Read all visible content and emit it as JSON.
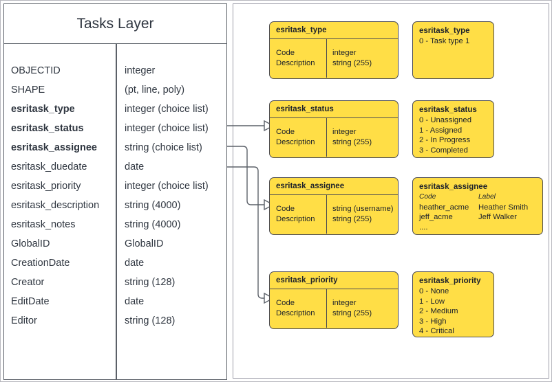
{
  "entity": {
    "title": "Tasks Layer",
    "fields": [
      {
        "name": "OBJECTID",
        "type": "integer",
        "bold": false
      },
      {
        "name": "SHAPE",
        "type": "(pt, line, poly)",
        "bold": false
      },
      {
        "name": "esritask_type",
        "type": "integer (choice list)",
        "bold": true
      },
      {
        "name": "esritask_status",
        "type": "integer (choice list)",
        "bold": true
      },
      {
        "name": "esritask_assignee",
        "type": "string (choice list)",
        "bold": true
      },
      {
        "name": "esritask_duedate",
        "type": "date",
        "bold": false
      },
      {
        "name": "esritask_priority",
        "type": "integer (choice list)",
        "bold": false
      },
      {
        "name": "esritask_description",
        "type": "string (4000)",
        "bold": false
      },
      {
        "name": "esritask_notes",
        "type": "string (4000)",
        "bold": false
      },
      {
        "name": "GlobalID",
        "type": "GlobalID",
        "bold": false
      },
      {
        "name": "CreationDate",
        "type": "date",
        "bold": false
      },
      {
        "name": "Creator",
        "type": "string (128)",
        "bold": false
      },
      {
        "name": "EditDate",
        "type": "date",
        "bold": false
      },
      {
        "name": "Editor",
        "type": "string (128)",
        "bold": false
      }
    ]
  },
  "domains": {
    "type": {
      "schema": {
        "title": "esritask_type",
        "left_rows": [
          "Code",
          "Description"
        ],
        "right_rows": [
          "integer",
          "string (255)"
        ]
      },
      "values": {
        "title": "esritask_type",
        "rows": [
          "0 - Task type 1"
        ]
      }
    },
    "status": {
      "schema": {
        "title": "esritask_status",
        "left_rows": [
          "Code",
          "Description"
        ],
        "right_rows": [
          "integer",
          "string (255)"
        ]
      },
      "values": {
        "title": "esritask_status",
        "rows": [
          "0 - Unassigned",
          "1 - Assigned",
          "2 - In Progress",
          "3 - Completed"
        ]
      }
    },
    "assignee": {
      "schema": {
        "title": "esritask_assignee",
        "left_rows": [
          "Code",
          "Description"
        ],
        "right_rows": [
          "string  (username)",
          "string (255)"
        ]
      },
      "values": {
        "title": "esritask_assignee",
        "head": {
          "code": "Code",
          "label": "Label"
        },
        "rows": [
          {
            "code": "heather_acme",
            "label": "Heather Smith"
          },
          {
            "code": "jeff_acme",
            "label": "Jeff Walker"
          }
        ],
        "ellipsis": "...."
      }
    },
    "priority": {
      "schema": {
        "title": "esritask_priority",
        "left_rows": [
          "Code",
          "Description"
        ],
        "right_rows": [
          "integer",
          "string (255)"
        ]
      },
      "values": {
        "title": "esritask_priority",
        "rows": [
          "0 - None",
          "1 - Low",
          "2 - Medium",
          "3 - High",
          "4 - Critical"
        ]
      }
    }
  },
  "colors": {
    "domain_fill": "#ffde46",
    "stroke": "#4a4a52",
    "table_stroke": "#5b6068",
    "text": "#2f3640",
    "group_stroke": "#9a9aa5"
  }
}
